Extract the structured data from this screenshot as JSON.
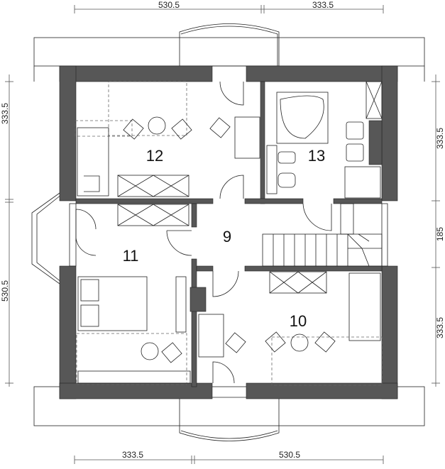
{
  "rooms": {
    "r9": "9",
    "r10": "10",
    "r11": "11",
    "r12": "12",
    "r13": "13"
  },
  "dimensions": {
    "top": [
      "530.5",
      "333.5"
    ],
    "bottom": [
      "333.5",
      "530.5"
    ],
    "left": [
      "333.5",
      "530.5"
    ],
    "right": [
      "333.5",
      "185",
      "333.5"
    ]
  },
  "colors": {
    "wall": "#575757",
    "line": "#222222"
  }
}
